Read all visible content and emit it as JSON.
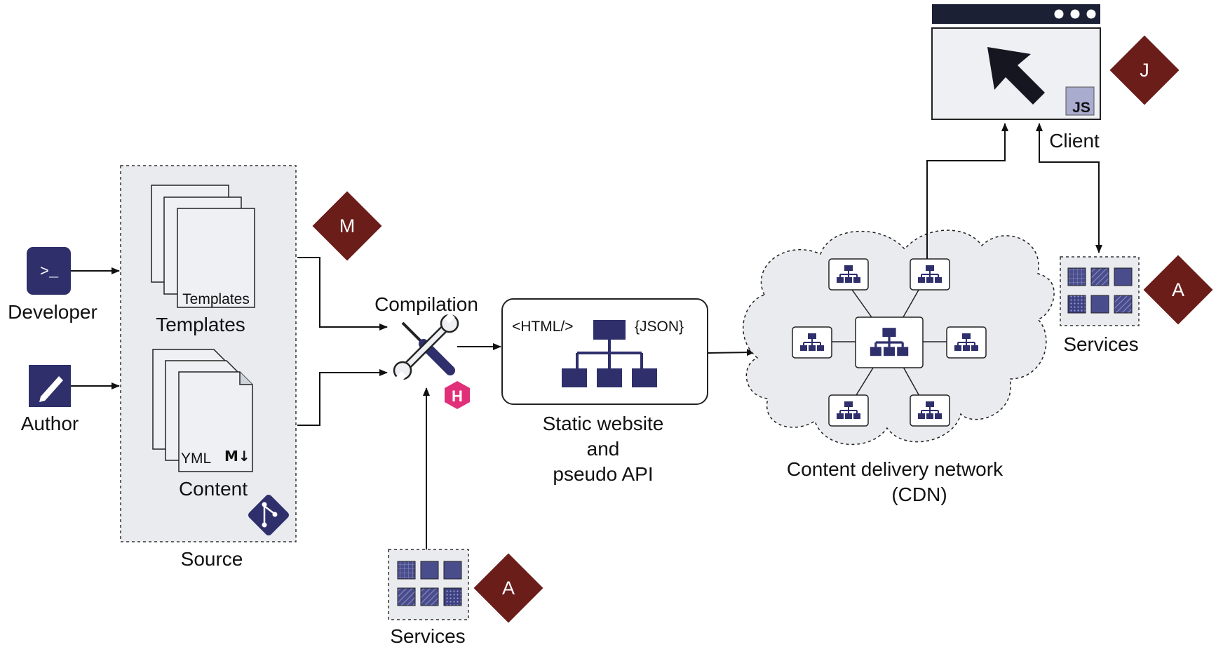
{
  "actors": {
    "developer": {
      "label": "Developer",
      "icon": "terminal-icon",
      "glyph": ">_"
    },
    "author": {
      "label": "Author",
      "icon": "pencil-icon"
    }
  },
  "source": {
    "label": "Source",
    "templates": {
      "label": "Templates",
      "doc_label": "Templates"
    },
    "content": {
      "label": "Content",
      "yml": "YML",
      "md": "M↓"
    },
    "git_icon": "git-branch-icon"
  },
  "badges": {
    "m": "M",
    "a1": "A",
    "a2": "A",
    "j": "J",
    "h": "H"
  },
  "compilation": {
    "label": "Compilation",
    "icon": "tools-icon"
  },
  "output": {
    "html_tag": "<HTML/>",
    "json_tag": "{JSON}",
    "caption_line1": "Static website",
    "caption_line2": "and",
    "caption_line3": "pseudo API"
  },
  "cdn": {
    "label_line1": "Content delivery network",
    "label_line2": "(CDN)"
  },
  "client": {
    "label": "Client",
    "js": "JS",
    "icon": "cursor-arrow-icon"
  },
  "services": {
    "bottom_label": "Services",
    "right_label": "Services"
  },
  "colors": {
    "navy": "#2e2f6b",
    "badge": "#6b1d1a",
    "hugo": "#e0307a",
    "panel": "#e8eaee",
    "window_bar": "#1c2035"
  }
}
